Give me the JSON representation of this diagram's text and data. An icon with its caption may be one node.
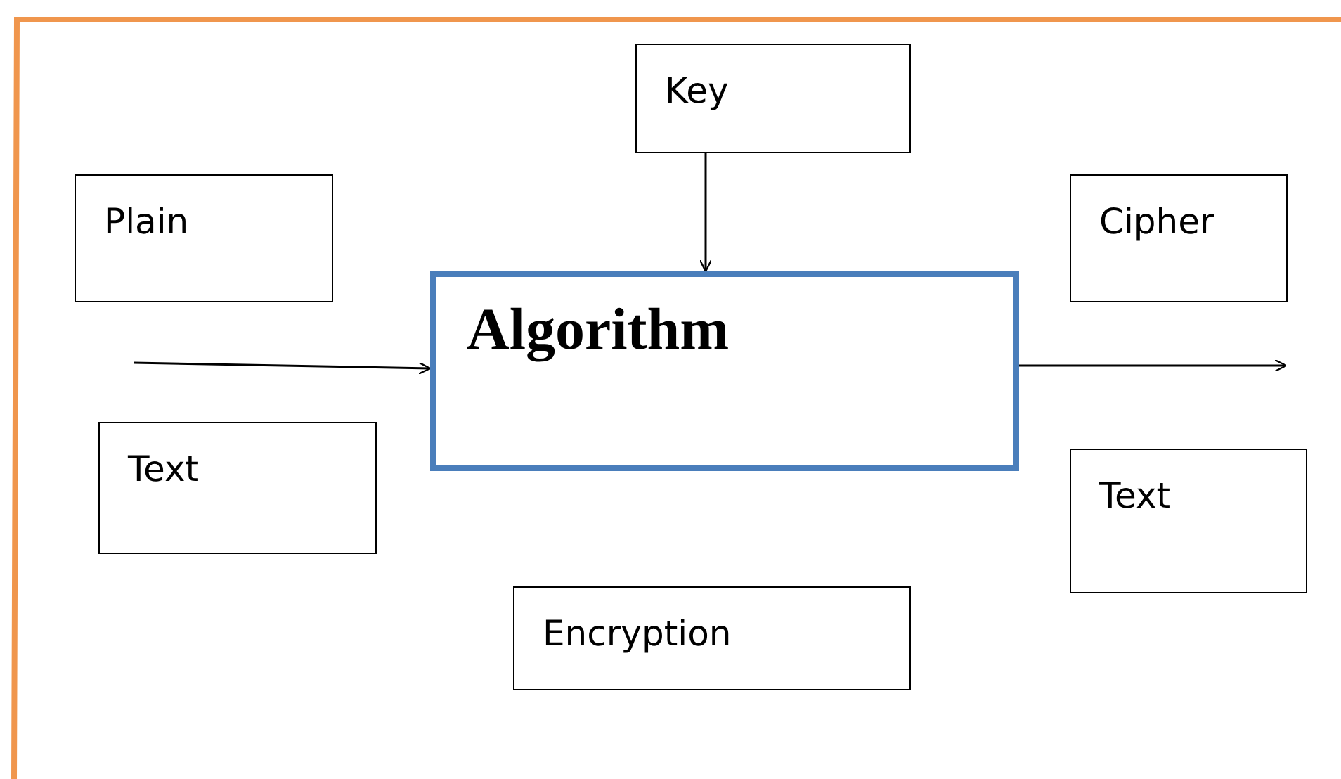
{
  "diagram": {
    "nodes": [
      {
        "text": [
          "Key"
        ]
      },
      {
        "text": [
          "Plain"
        ]
      },
      {
        "text": [
          "Cipher"
        ]
      },
      {
        "text": [
          "Algorithm"
        ]
      },
      {
        "text": [
          "Text"
        ]
      },
      {
        "text": [
          "Text"
        ]
      },
      {
        "text": [
          "Encryption"
        ]
      }
    ],
    "edges": [
      {
        "from": 0,
        "to": 3,
        "arrow": "to"
      },
      {
        "from": null,
        "to": 3,
        "arrow": "to"
      },
      {
        "from": 3,
        "to": null,
        "arrow": "to"
      }
    ]
  }
}
